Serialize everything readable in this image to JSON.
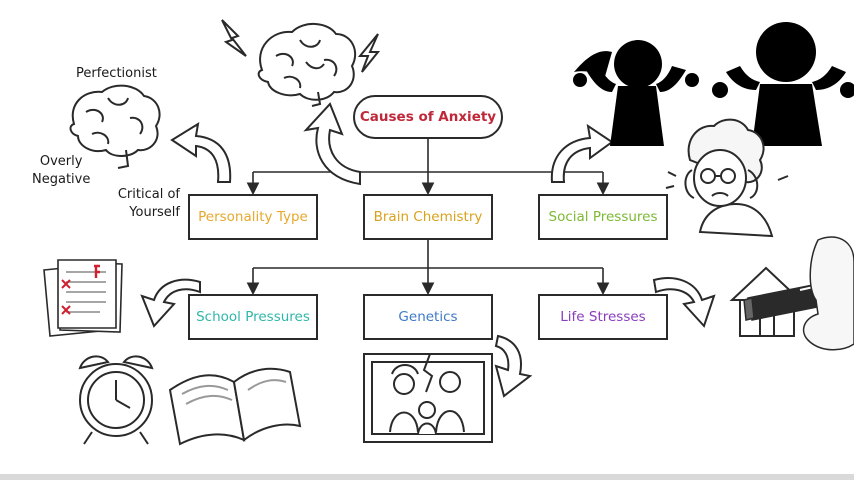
{
  "diagram": {
    "root": {
      "label": "Causes of Anxiety",
      "color": "#c0283a"
    },
    "level1": [
      {
        "label": "Personality Type",
        "color": "#e7a82d"
      },
      {
        "label": "Brain Chemistry",
        "color": "#d9a21c"
      },
      {
        "label": "Social Pressures",
        "color": "#7cb934"
      }
    ],
    "level2": [
      {
        "label": "School Pressures",
        "color": "#2fb7a8"
      },
      {
        "label": "Genetics",
        "color": "#3e79c9"
      },
      {
        "label": "Life Stresses",
        "color": "#8a3dbf"
      }
    ]
  },
  "annotations": {
    "perfectionist": "Perfectionist",
    "overly_negative": "Overly\nNegative",
    "critical": "Critical of\nYourself"
  },
  "illustrations": {
    "brain_top": "brain-icon",
    "brain_left": "brain-icon",
    "lightning": "lightning-bolt-icon",
    "crowd": "people-silhouette-icon",
    "anxious_woman": "anxious-person-icon",
    "papers": "graded-papers-icon",
    "alarm_clock": "alarm-clock-icon",
    "book": "open-book-icon",
    "family_photo": "family-photo-icon",
    "house": "house-icon",
    "hand_marker": "hand-with-marker-icon"
  }
}
